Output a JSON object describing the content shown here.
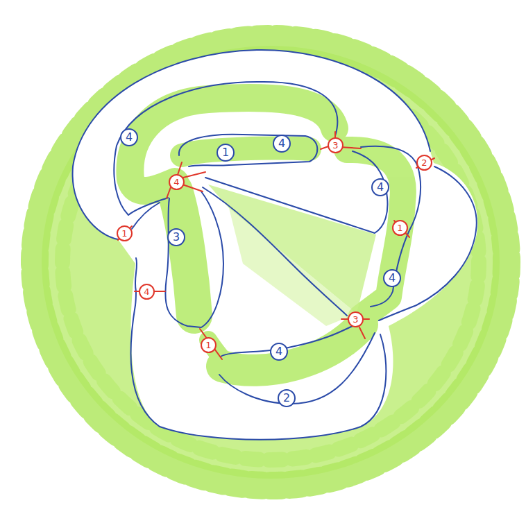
{
  "diagram": {
    "nodes": [
      {
        "text": [
          "4"
        ]
      },
      {
        "text": [
          "4"
        ]
      },
      {
        "text": [
          "3"
        ]
      },
      {
        "text": [
          "1"
        ]
      },
      {
        "text": [
          "2"
        ]
      },
      {
        "text": [
          "4"
        ]
      },
      {
        "text": [
          "4"
        ]
      },
      {
        "text": [
          "1"
        ]
      },
      {
        "text": [
          "1"
        ]
      },
      {
        "text": [
          "3"
        ]
      },
      {
        "text": [
          "4"
        ]
      },
      {
        "text": [
          "4"
        ]
      },
      {
        "text": [
          "3"
        ]
      },
      {
        "text": [
          "1"
        ]
      },
      {
        "text": [
          "4"
        ]
      },
      {
        "text": [
          "2"
        ]
      }
    ]
  }
}
